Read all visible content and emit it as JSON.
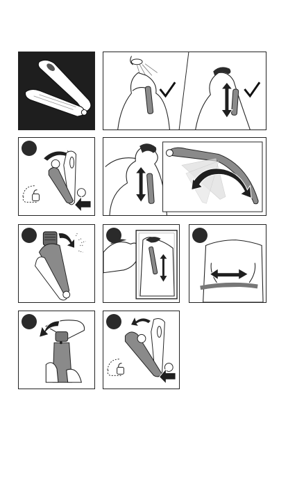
{
  "page": {
    "background": "#ffffff",
    "ink": "#222222",
    "device_grey": "#8a8a8a"
  },
  "panels": [
    {
      "id": "p1",
      "icons": [
        "device-folded-icon"
      ],
      "background": "#1e1e1e"
    },
    {
      "id": "p2",
      "icons": [
        "shower-icon",
        "checkmark-icon",
        "up-down-arrow-icon"
      ]
    },
    {
      "id": "p3",
      "icons": [
        "device-unfold-icon",
        "unlock-icon",
        "push-arrow-icon"
      ]
    },
    {
      "id": "p4",
      "icons": [
        "device-extended-icon",
        "curved-swing-arrow-icon",
        "up-down-arrow-icon"
      ]
    },
    {
      "id": "p5",
      "icons": [
        "trimmer-head-icon",
        "spray-icon"
      ]
    },
    {
      "id": "p6",
      "icons": [
        "mirror-icon",
        "up-down-arrow-icon"
      ]
    },
    {
      "id": "p7",
      "icons": [
        "left-right-arrow-icon"
      ]
    },
    {
      "id": "p8",
      "icons": [
        "remove-head-icon",
        "curved-arrow-icon"
      ]
    },
    {
      "id": "p9",
      "icons": [
        "device-fold-icon",
        "unlock-icon",
        "push-arrow-icon"
      ]
    }
  ]
}
